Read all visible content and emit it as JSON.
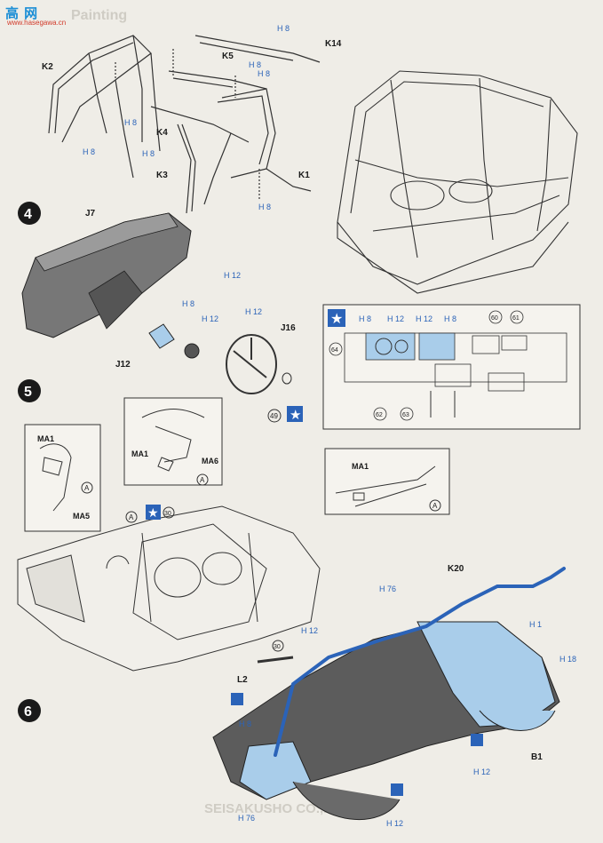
{
  "site_logo": {
    "title": "高 网",
    "url": "www.hasegawa.cn"
  },
  "header_text": "Painting",
  "footer_text": "SEISAKUSHO CO.,LTD.",
  "steps": [
    "4",
    "5",
    "6"
  ],
  "parts": {
    "k2": "K2",
    "k4": "K4",
    "k5": "K5",
    "k14": "K14",
    "k3": "K3",
    "k1": "K1",
    "j7": "J7",
    "j12": "J12",
    "j16": "J16",
    "ma1": "MA1",
    "ma5": "MA5",
    "ma6": "MA6",
    "k20": "K20",
    "l2": "L2",
    "b1": "B1"
  },
  "paint": {
    "h8": "H 8",
    "h12": "H 12",
    "h76": "H 76",
    "h1": "H 1",
    "h18": "H 18"
  },
  "circled": {
    "n64": "64",
    "n62": "62",
    "n63": "63",
    "n60": "60",
    "n61": "61",
    "n49": "49",
    "n30": "30",
    "letter_a": "A"
  },
  "colors": {
    "accent_blue": "#2b63b8",
    "part_blue": "#a9cdea",
    "dark_gray": "#5c5c5c"
  }
}
